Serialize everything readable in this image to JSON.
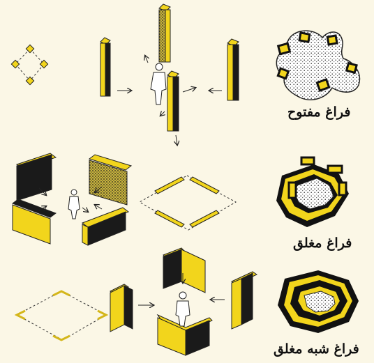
{
  "colors": {
    "background": "#fbf7e6",
    "yellow": "#f2d51c",
    "black": "#1a1a1a",
    "stipple": "#d9d2b0"
  },
  "labels": {
    "open_space": "فراغ مفتوح",
    "closed_space": "فراغ مغلق",
    "semi_closed_space": "فراغ شبه مغلق"
  }
}
